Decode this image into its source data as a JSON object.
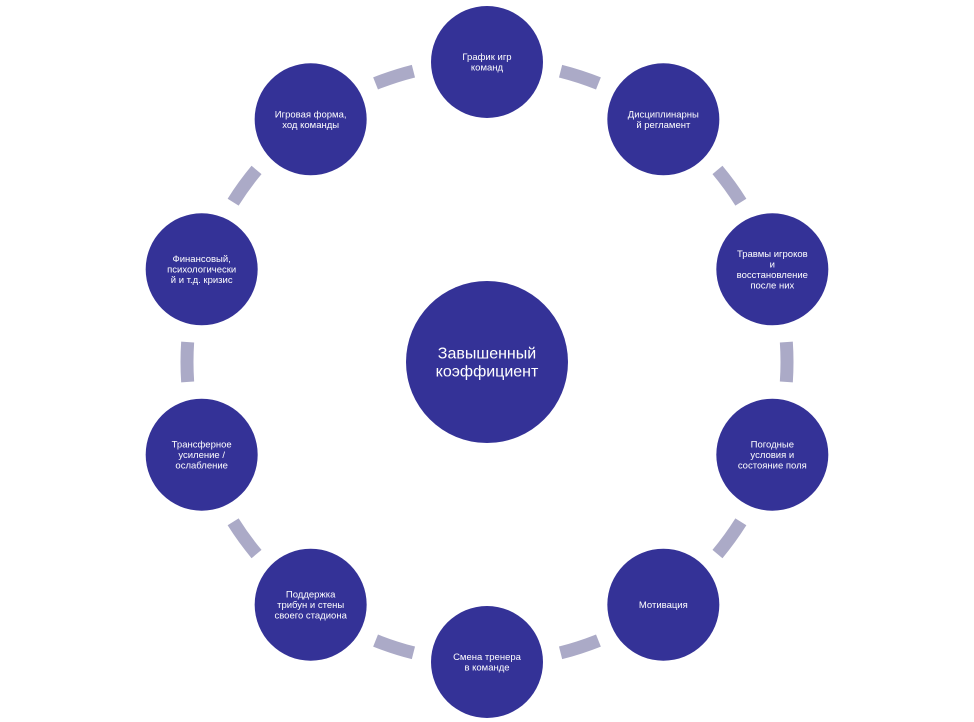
{
  "colors": {
    "node_fill": "#343297",
    "connector": "#abaac7",
    "text": "#ffffff",
    "background": "#ffffff"
  },
  "center": {
    "lines": [
      "Завышенный",
      "коэффициент"
    ]
  },
  "nodes": [
    {
      "id": "schedule",
      "lines": [
        "График игр",
        "команд"
      ]
    },
    {
      "id": "discipline",
      "lines": [
        "Дисциплинарны",
        "й регламент"
      ]
    },
    {
      "id": "injuries",
      "lines": [
        "Травмы игроков",
        "и",
        "восстановление",
        "после них"
      ]
    },
    {
      "id": "weather",
      "lines": [
        "Погодные",
        "условия и",
        "состояние поля"
      ]
    },
    {
      "id": "motivation",
      "lines": [
        "Мотивация"
      ]
    },
    {
      "id": "coach",
      "lines": [
        "Смена тренера",
        "в команде"
      ]
    },
    {
      "id": "support",
      "lines": [
        "Поддержка",
        "трибун и стены",
        "своего стадиона"
      ]
    },
    {
      "id": "transfer",
      "lines": [
        "Трансферное",
        "усиление /",
        "ослабление"
      ]
    },
    {
      "id": "crisis",
      "lines": [
        "Финансовый,",
        "психологически",
        "й и т.д. кризис"
      ]
    },
    {
      "id": "form",
      "lines": [
        "Игровая форма,",
        "ход команды"
      ]
    }
  ]
}
